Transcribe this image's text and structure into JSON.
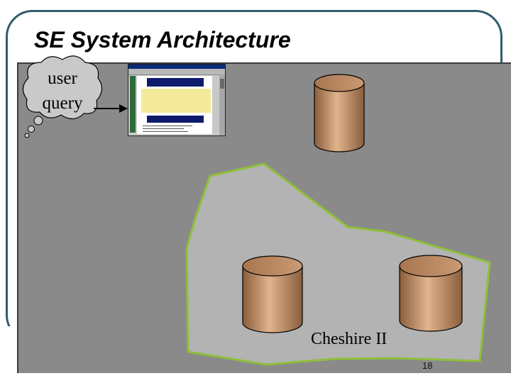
{
  "slide": {
    "title": "SE System Architecture",
    "page_number": "18"
  },
  "thought_bubble": {
    "line1": "user",
    "line2": "query"
  },
  "region": {
    "label": "Cheshire II"
  },
  "colors": {
    "frame_border": "#315e6a",
    "panel_background": "#8a8a8a",
    "region_fill": "#b3b3b3",
    "region_border": "#8fbf3a",
    "database_top": "#b9865f",
    "database_body": "#d3a37c",
    "cloud_fill": "#c9c9c9"
  },
  "icons": [
    "thought-bubble-icon",
    "arrow-right-icon",
    "browser-window-icon",
    "database-icon"
  ]
}
